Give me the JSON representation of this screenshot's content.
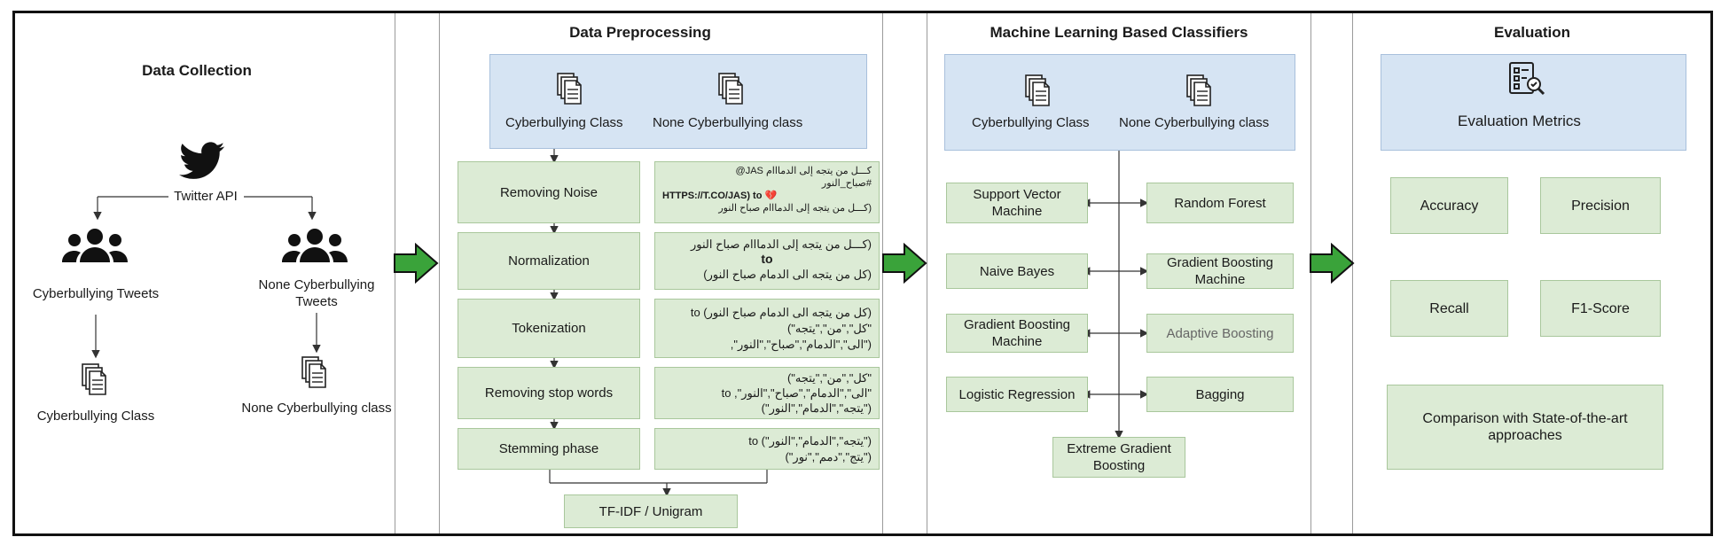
{
  "sections": {
    "collection": {
      "title": "Data Collection",
      "api_label": "Twitter API",
      "tweets_left": "Cyberbullying Tweets",
      "tweets_right": "None Cyberbullying Tweets",
      "class_left": "Cyberbullying Class",
      "class_right": "None Cyberbullying class"
    },
    "preprocessing": {
      "title": "Data Preprocessing",
      "header_left": "Cyberbullying Class",
      "header_right": "None Cyberbullying class",
      "steps": [
        "Removing Noise",
        "Normalization",
        "Tokenization",
        "Removing stop words",
        "Stemming phase"
      ],
      "examples": [
        {
          "lines": [
            "كـــل من يتجه إلى الدمااام JAS@",
            "#صباح_النور",
            "HTTPS://T.CO/JAS) to 💔",
            "(كـــل من يتجه إلى الدمااام صباح النور"
          ]
        },
        {
          "lines": [
            "(كـــل من يتجه إلى الدمااام صباح النور",
            "to",
            "(كل من يتجه الى الدمام صباح النور)"
          ]
        },
        {
          "lines": [
            "(كل من يتجه الى الدمام صباح النور) to",
            "\"كل\",\"من\",\"يتجه\")",
            "(\"الى\",\"الدمام\",\"صباح\",\"النور\","
          ]
        },
        {
          "lines": [
            "\"كل\",\"من\",\"يتجه\")",
            "\"الى\",\"الدمام\",\"صباح\",\"النور\", to",
            "(\"يتجه\",\"الدمام\",\"النور\")"
          ]
        },
        {
          "lines": [
            "(\"يتجه\",\"الدمام\",\"النور\") to",
            "(\"يتج\",\"دمم\",\"نور\")"
          ]
        }
      ],
      "output": "TF-IDF / Unigram"
    },
    "ml": {
      "title": "Machine Learning Based Classifiers",
      "header_left": "Cyberbullying Class",
      "header_right": "None Cyberbullying class",
      "left_models": [
        "Support Vector Machine",
        "Naive Bayes",
        "Gradient Boosting Machine",
        "Logistic Regression"
      ],
      "right_models": [
        "Random Forest",
        "Gradient Boosting Machine",
        "Adaptive Boosting",
        "Bagging"
      ],
      "bottom_model": "Extreme Gradient Boosting"
    },
    "evaluation": {
      "title": "Evaluation",
      "header": "Evaluation Metrics",
      "metrics": [
        "Accuracy",
        "Precision",
        "Recall",
        "F1-Score"
      ],
      "comparison": "Comparison with State-of-the-art approaches"
    }
  },
  "colors": {
    "green_box": "#dcebd5",
    "blue_box": "#d6e4f3",
    "arrow_fill": "#3aa33a",
    "twitter_icon": "#111111"
  },
  "icons": [
    "twitter-bird-icon",
    "users-group-icon",
    "document-stack-icon",
    "checklist-magnifier-icon",
    "flow-arrow-icon"
  ]
}
